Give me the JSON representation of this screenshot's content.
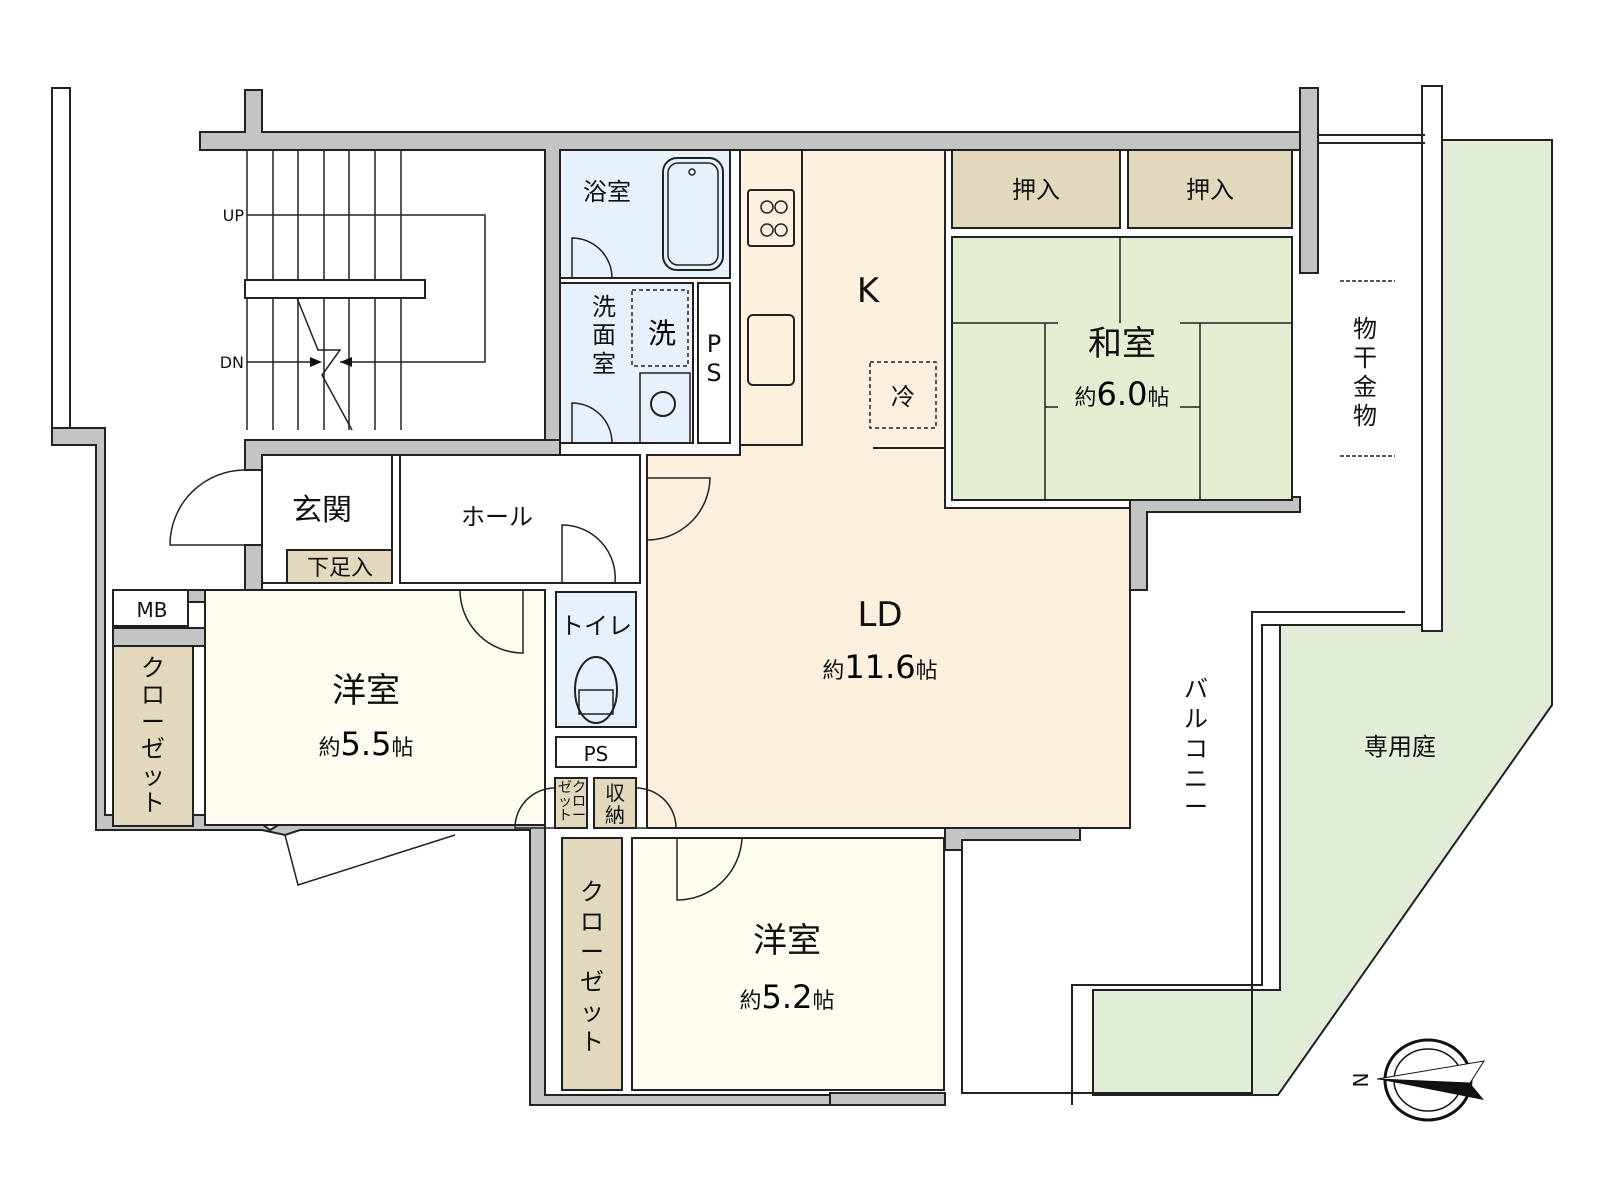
{
  "colors": {
    "wall": "#c3c4c4",
    "wet_area": "#e6f1fb",
    "ldk": "#fdf0df",
    "washitsu": "#e2edd2",
    "yoshitsu": "#fefcee",
    "storage": "#e1d8bd",
    "garden": "#e1edd6",
    "line": "#222222"
  },
  "stairs": {
    "up": "UP",
    "dn": "DN"
  },
  "rooms": {
    "bath": {
      "label": "浴室"
    },
    "washroom": {
      "label_1": "洗",
      "label_2": "面",
      "label_3": "室",
      "washer": "洗"
    },
    "ps_upper": {
      "label_1": "P",
      "label_2": "S"
    },
    "kitchen": {
      "label": "K",
      "fridge": "冷"
    },
    "oshiire_1": {
      "label": "押入"
    },
    "oshiire_2": {
      "label": "押入"
    },
    "washitsu": {
      "label": "和室",
      "prefix": "約",
      "size": "6.0",
      "unit": "帖"
    },
    "monohoshi": {
      "c1": "物",
      "c2": "干",
      "c3": "金",
      "c4": "物"
    },
    "genkan": {
      "label": "玄関"
    },
    "getabako": {
      "label": "下足入"
    },
    "hall": {
      "label": "ホール"
    },
    "mb": {
      "label": "MB"
    },
    "toilet": {
      "label": "トイレ"
    },
    "ps_lower": {
      "label": "PS"
    },
    "ld": {
      "label": "LD",
      "prefix": "約",
      "size": "11.6",
      "unit": "帖"
    },
    "yoshitsu_1": {
      "label": "洋室",
      "prefix": "約",
      "size": "5.5",
      "unit": "帖"
    },
    "closet_1": {
      "c1": "ク",
      "c2": "ロ",
      "c3": "ー",
      "c4": "ゼ",
      "c5": "ッ",
      "c6": "ト"
    },
    "small_closet": {
      "c1": "ク",
      "c2": "ロ",
      "c3": "ー",
      "c4": "ゼ",
      "c5": "ッ",
      "c6": "ト"
    },
    "shuno": {
      "c1": "収",
      "c2": "納"
    },
    "yoshitsu_2": {
      "label": "洋室",
      "prefix": "約",
      "size": "5.2",
      "unit": "帖"
    },
    "closet_2": {
      "c1": "ク",
      "c2": "ロ",
      "c3": "ー",
      "c4": "ゼ",
      "c5": "ッ",
      "c6": "ト"
    },
    "balcony": {
      "c1": "バ",
      "c2": "ル",
      "c3": "コ",
      "c4": "ニ",
      "c5": "ー"
    },
    "garden": {
      "label": "専用庭"
    }
  },
  "compass": {
    "label": "N"
  }
}
